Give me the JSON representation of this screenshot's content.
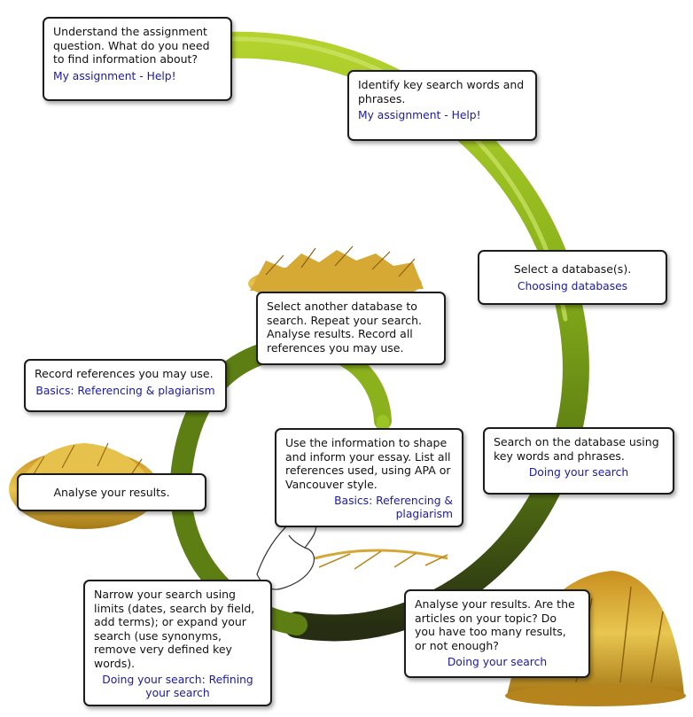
{
  "colors": {
    "spiral_light": "#a7c927",
    "spiral_mid": "#6f9a12",
    "spiral_dark": "#2b3514",
    "link": "#1a1aa6",
    "hay": "#d8ad36"
  },
  "steps": [
    {
      "text": "Understand the assignment question. What do you need to find information about?",
      "link": "My assignment - Help!"
    },
    {
      "text": "Identify key search words and phrases.",
      "link": "My assignment - Help!"
    },
    {
      "text": "Select a database(s).",
      "link": "Choosing databases"
    },
    {
      "text": "Search on the database using key words and phrases.",
      "link": "Doing your search"
    },
    {
      "text": "Analyse your results. Are the articles on your topic? Do you have too many results, or not enough?",
      "link": "Doing your search"
    },
    {
      "text": "Narrow your search using limits (dates, search by field, add terms); or expand your search (use synonyms, remove very defined key words).",
      "link": "Doing your search: Refining your search"
    },
    {
      "text": "Analyse your results."
    },
    {
      "text": "Record references you may use.",
      "link": "Basics: Referencing & plagiarism"
    },
    {
      "text": "Select another database to search. Repeat your search. Analyse results. Record all references you may use."
    },
    {
      "text": "Use the information to shape and inform your essay. List all references used, using APA or Vancouver style.",
      "link": "Basics: Referencing & plagiarism"
    }
  ]
}
